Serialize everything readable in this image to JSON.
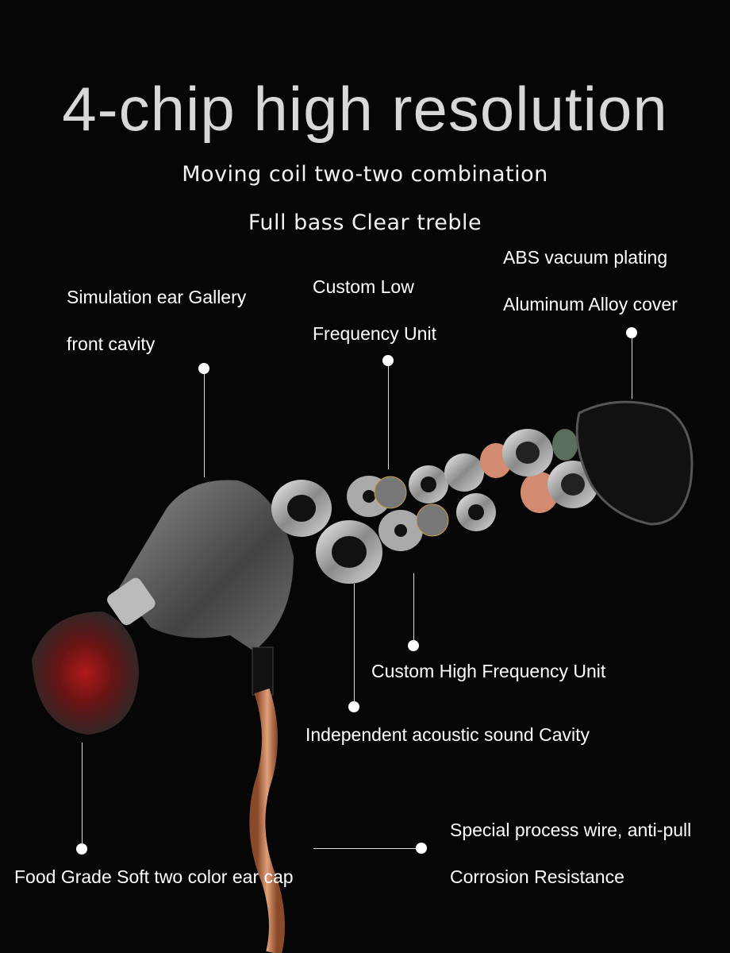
{
  "title": "4-chip high resolution",
  "subtitles": [
    "Moving coil two-two combination",
    "Full bass Clear treble"
  ],
  "labels": {
    "cover": [
      "ABS vacuum plating",
      "Aluminum Alloy cover"
    ],
    "front_cavity": [
      "Simulation ear Gallery",
      "front cavity"
    ],
    "low_freq": [
      "Custom Low",
      "Frequency Unit"
    ],
    "high_freq": "Custom High Frequency Unit",
    "acoustic_cavity": "Independent acoustic sound Cavity",
    "ear_cap": "Food Grade Soft two color ear cap",
    "wire": [
      "Special process wire, anti-pull",
      "Corrosion Resistance"
    ]
  }
}
